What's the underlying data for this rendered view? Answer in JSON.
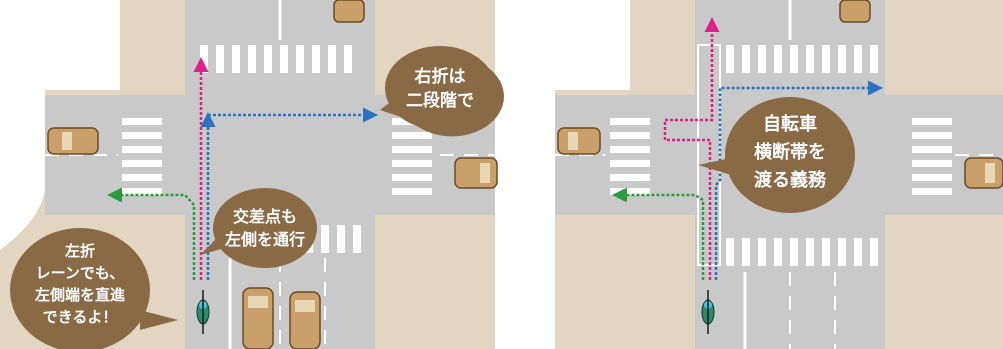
{
  "left_panel": {
    "bubbles": {
      "right_turn": [
        "右折は",
        "二段階で"
      ],
      "intersection_left": [
        "交差点も",
        "左側を通行"
      ],
      "left_lane": [
        "左折",
        "レーンでも、",
        "左側端を直進",
        "できるよ！"
      ]
    }
  },
  "right_panel": {
    "bubbles": {
      "crosswalk_duty": [
        "自転車",
        "横断帯を",
        "渡る義務"
      ]
    }
  },
  "colors": {
    "sidewalk": "#e2d6c2",
    "road": "#c9c9c9",
    "bubble": "#8a6a45",
    "path_magenta": "#e0208a",
    "path_blue": "#2a72c0",
    "path_green": "#2e9a3e",
    "car": "#c9a06a"
  }
}
